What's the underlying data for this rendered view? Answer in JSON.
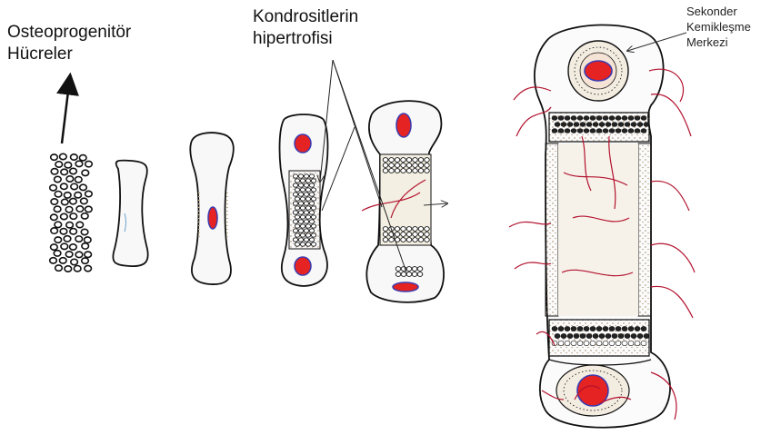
{
  "labels": {
    "osteoprogenitor_line1": "Osteoprogenitör",
    "osteoprogenitor_line2": "Hücreler",
    "chondrocyte_line1": "Kondrositlerin",
    "chondrocyte_line2": "hipertrofisi",
    "secondary_line1": "Sekonder",
    "secondary_line2": "Kemikleşme",
    "secondary_line3": "Merkezi"
  },
  "colors": {
    "outline": "#111111",
    "ossification_red": "#e52322",
    "ossification_ring": "#3b3bb0",
    "blood_vessel": "#b3122e",
    "cartilage_tint": "#f3efe2",
    "bone_stipple": "#d8c8a8"
  }
}
